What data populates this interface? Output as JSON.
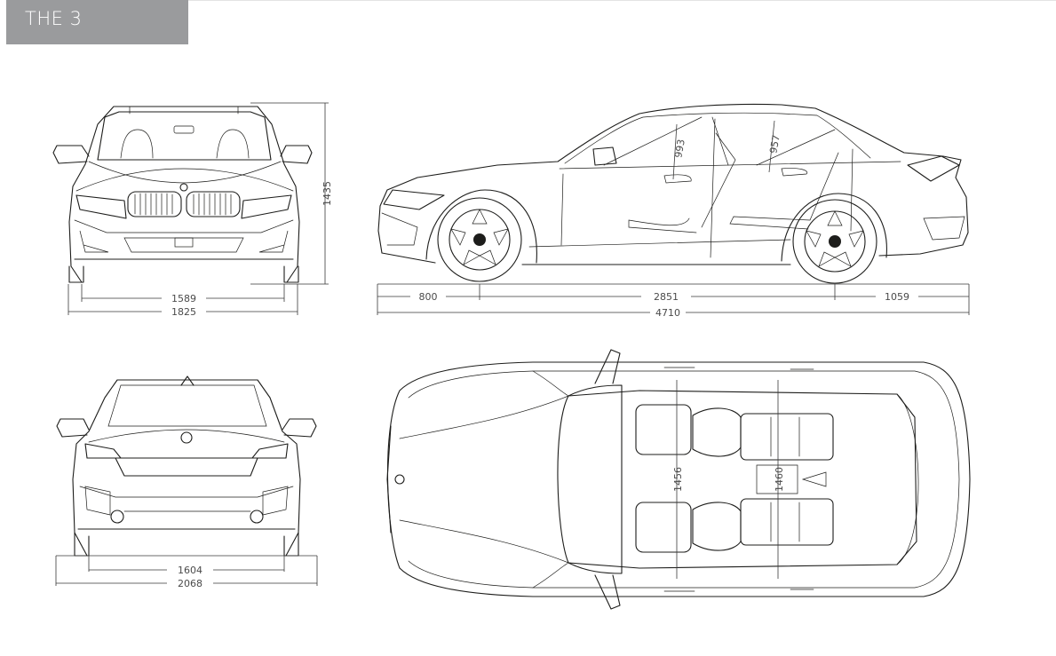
{
  "header": {
    "title": "THE 3"
  },
  "dimensions": {
    "front_track": "1589",
    "front_width": "1825",
    "height": "1435",
    "front_overhang": "800",
    "wheelbase": "2851",
    "rear_overhang": "1059",
    "length": "4710",
    "front_headroom": "993",
    "rear_headroom": "957",
    "rear_track": "1604",
    "width_mirrors": "2068",
    "front_shoulder": "1456",
    "rear_shoulder": "1460"
  }
}
